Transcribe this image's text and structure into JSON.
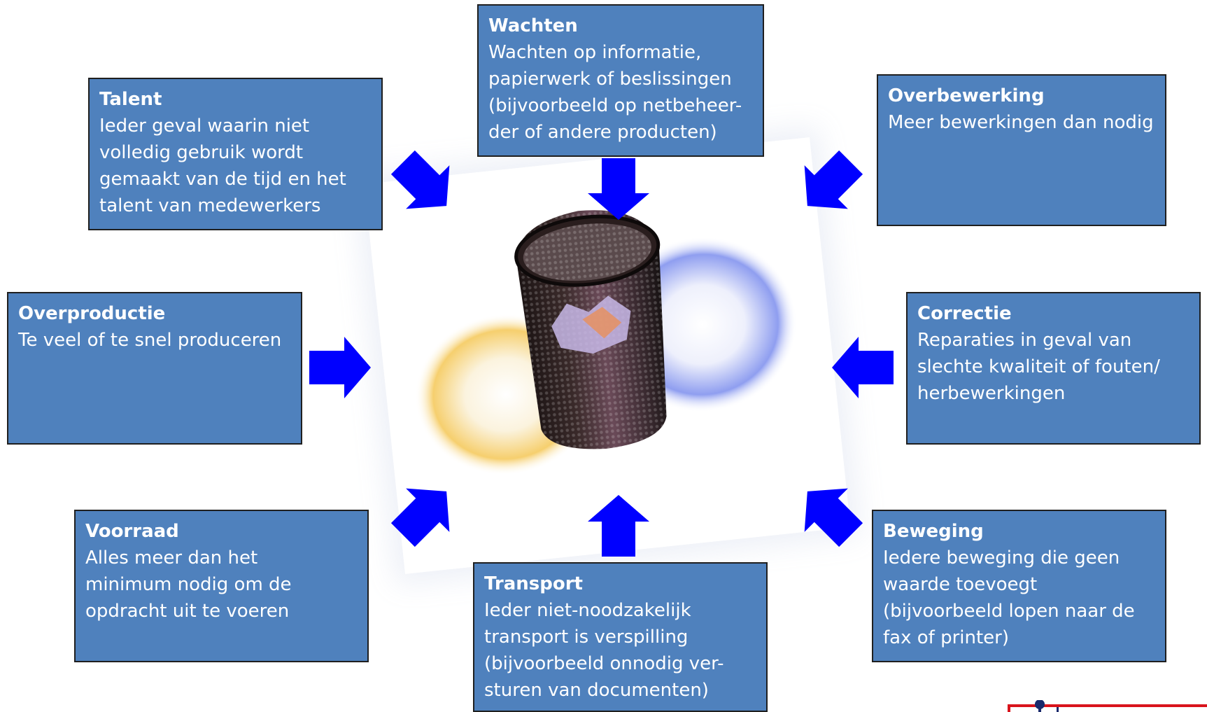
{
  "colors": {
    "box_fill": "#4f81bd",
    "box_border": "#1f1f1f",
    "arrow": "#0000ff",
    "text": "#ffffff"
  },
  "boxes": {
    "wachten": {
      "title": "Wachten",
      "desc": "Wachten op informatie,\npapierwerk of beslissingen\n(bijvoorbeeld op netbeheer-\nder of andere producten)"
    },
    "talent": {
      "title": "Talent",
      "desc": "Ieder geval waarin niet\nvolledig gebruik wordt\ngemaakt van de tijd en het\ntalent van medewerkers"
    },
    "overbewerking": {
      "title": "Overbewerking",
      "desc": "Meer bewerkingen dan nodig"
    },
    "overproductie": {
      "title": "Overproductie",
      "desc": "Te veel of te snel produceren"
    },
    "correctie": {
      "title": "Correctie",
      "desc": "Reparaties in geval van\nslechte kwaliteit of fouten/\nherbewerkingen"
    },
    "voorraad": {
      "title": "Voorraad",
      "desc": "Alles meer dan het\nminimum nodig om de\nopdracht uit te voeren"
    },
    "transport": {
      "title": "Transport",
      "desc": "Ieder niet-noodzakelijk\ntransport is verspilling\n(bijvoorbeeld onnodig ver-\nsturen van documenten)"
    },
    "beweging": {
      "title": "Beweging",
      "desc": "Iedere beweging die geen\nwaarde toevoegt\n(bijvoorbeeld lopen naar de\nfax of printer)"
    }
  },
  "center_image": "waste-basket-photo",
  "icons": {
    "arrow": "arrow-icon",
    "logo": "company-logo"
  }
}
